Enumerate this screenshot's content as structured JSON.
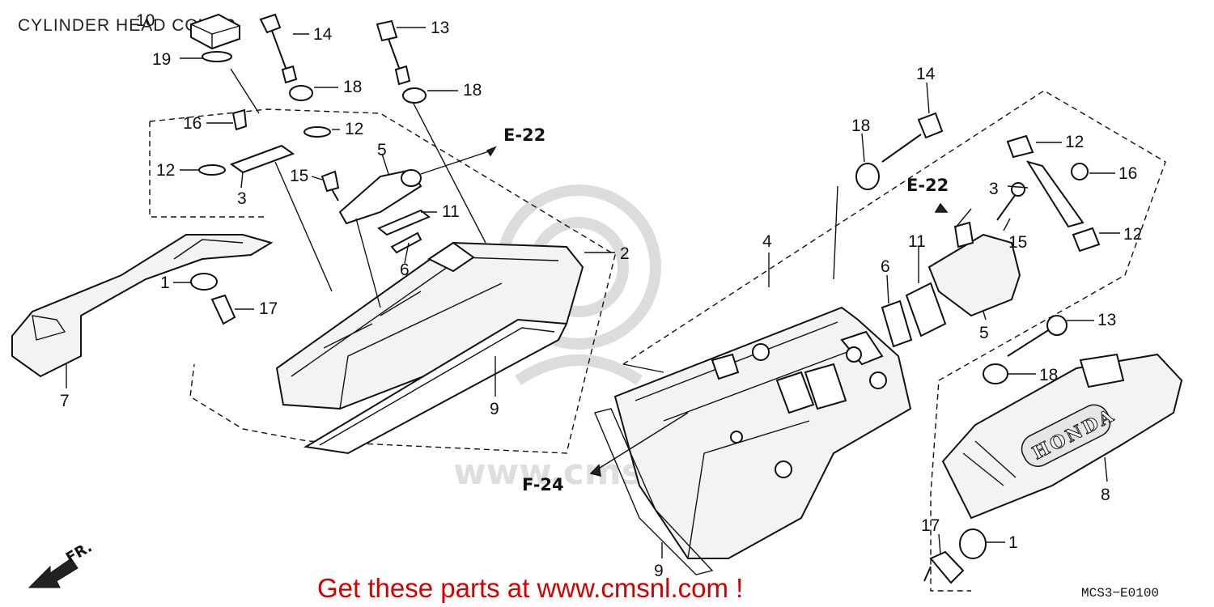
{
  "title": "CYLINDER HEAD COVER",
  "diagram_code": "MCS3−E0100",
  "promo_text": "Get these parts at www.cmsnl.com !",
  "watermark_text": "www.cmsnl.com",
  "direction_label": "FR.",
  "brand_text": "HONDA",
  "references": {
    "e22_left": "E-22",
    "e22_right": "E-22",
    "f24": "F-24"
  },
  "callouts": {
    "c10": "10",
    "c19": "19",
    "c14a": "14",
    "c13a": "13",
    "c18a": "18",
    "c18b": "18",
    "c16a": "16",
    "c12a": "12",
    "c12b": "12",
    "c15a": "15",
    "c3a": "3",
    "c5a": "5",
    "c11a": "11",
    "c6a": "6",
    "c2": "2",
    "c1a": "1",
    "c17a": "17",
    "c7": "7",
    "c9a": "9",
    "c14b": "14",
    "c18c": "18",
    "c4": "4",
    "c12c": "12",
    "c3b": "3",
    "c16b": "16",
    "c12d": "12",
    "c15b": "15",
    "c11b": "11",
    "c6b": "6",
    "c5b": "5",
    "c13b": "13",
    "c18d": "18",
    "c8": "8",
    "c17b": "17",
    "c1b": "1",
    "c9b": "9"
  },
  "colors": {
    "promo": "#d40000",
    "ink": "#111111",
    "watermark": "#dcdcdc"
  }
}
